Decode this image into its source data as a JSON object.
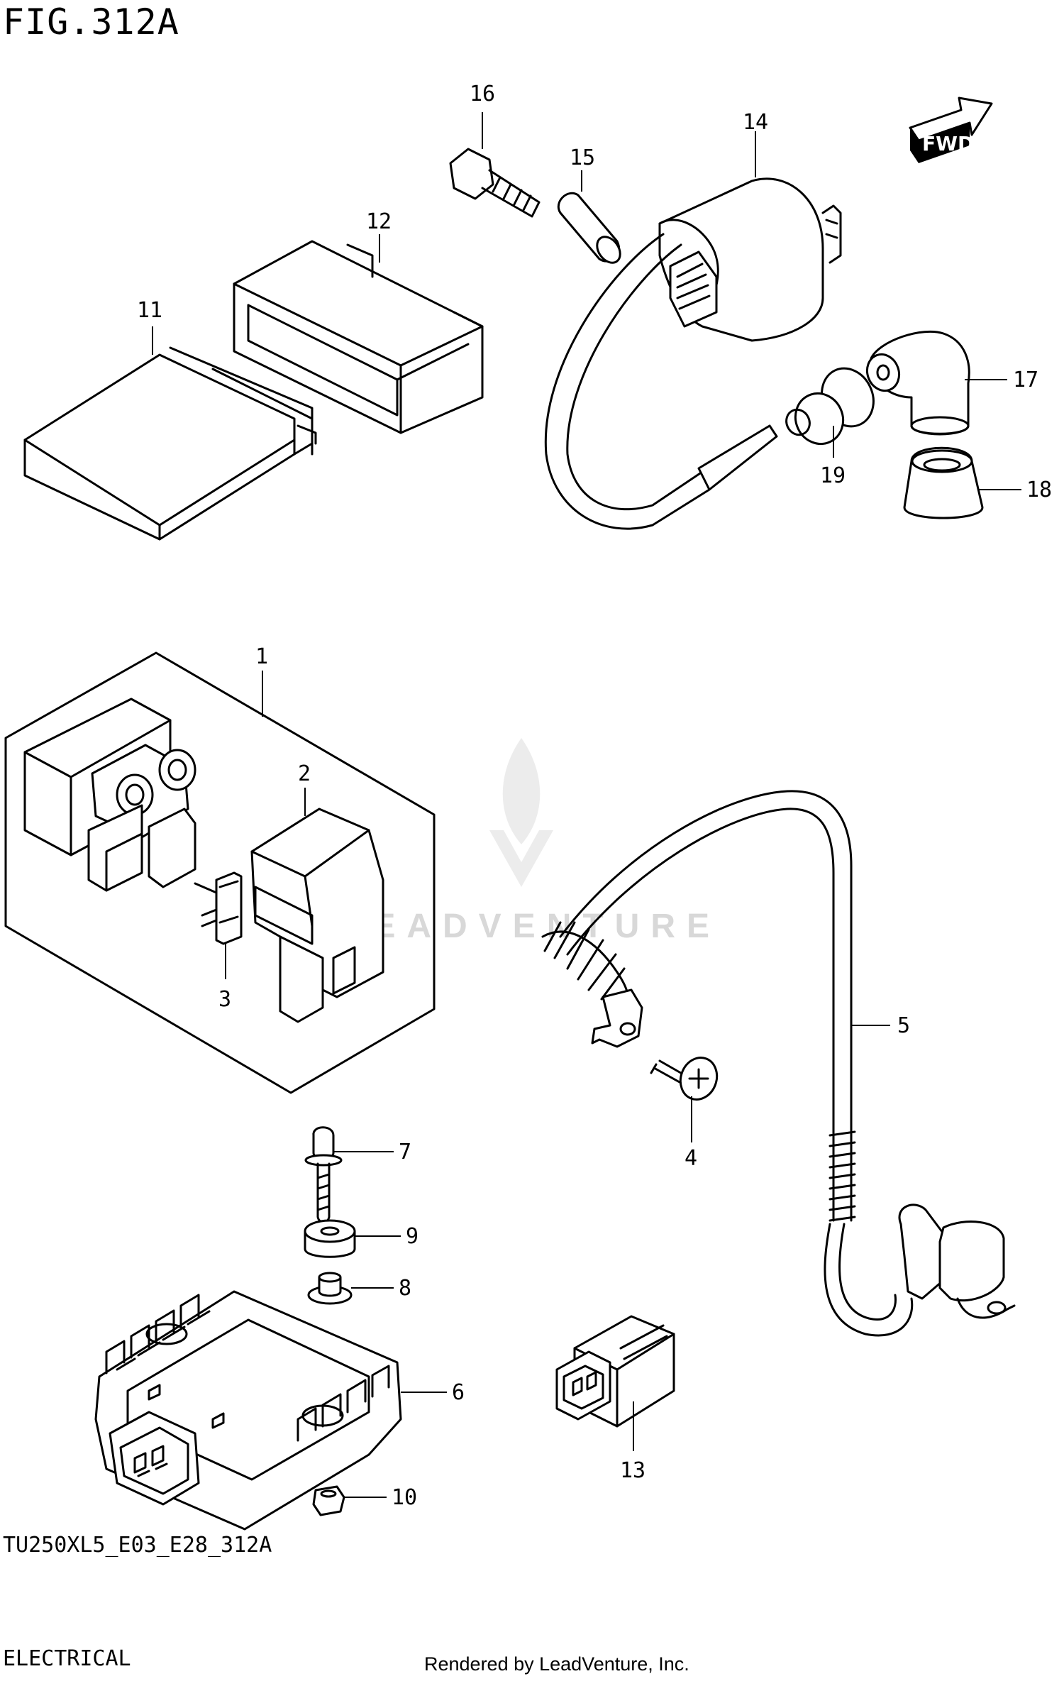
{
  "figure": {
    "title": "FIG.312A",
    "model_code": "TU250XL5_E03_E28_312A",
    "section_name": "ELECTRICAL",
    "rendered_by": "Rendered by LeadVenture, Inc.",
    "watermark": "LEADVENTURE",
    "fwd_label": "FWD"
  },
  "callouts": [
    {
      "id": "c1",
      "number": "1"
    },
    {
      "id": "c2",
      "number": "2"
    },
    {
      "id": "c3",
      "number": "3"
    },
    {
      "id": "c4",
      "number": "4"
    },
    {
      "id": "c5",
      "number": "5"
    },
    {
      "id": "c6",
      "number": "6"
    },
    {
      "id": "c7",
      "number": "7"
    },
    {
      "id": "c8",
      "number": "8"
    },
    {
      "id": "c9",
      "number": "9"
    },
    {
      "id": "c10",
      "number": "10"
    },
    {
      "id": "c11",
      "number": "11"
    },
    {
      "id": "c12",
      "number": "12"
    },
    {
      "id": "c13",
      "number": "13"
    },
    {
      "id": "c14",
      "number": "14"
    },
    {
      "id": "c15",
      "number": "15"
    },
    {
      "id": "c16",
      "number": "16"
    },
    {
      "id": "c17",
      "number": "17"
    },
    {
      "id": "c18",
      "number": "18"
    },
    {
      "id": "c19",
      "number": "19"
    }
  ]
}
